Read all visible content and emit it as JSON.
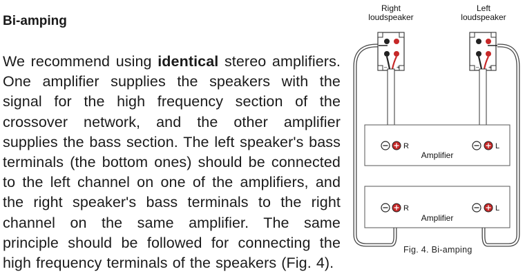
{
  "section": {
    "title": "Bi-amping",
    "paragraph": {
      "part1": "We recommend using ",
      "emphasis": "identical",
      "part2": " stereo amplifiers. One amplifier supplies the speakers with the signal for the high frequency section of the crossover network, and the other amplifier supplies the bass section. The left speaker's bass terminals (the bottom ones) should be connected to the left channel on one of the amplifiers, and the right speaker's bass terminals to the right channel on the same amplifier. The same principle should be followed for connecting the high frequency terminals of the speakers (Fig. 4)."
    }
  },
  "figure": {
    "caption": "Fig. 4. Bi-amping",
    "right_speaker_label": [
      "Right",
      "loudspeaker"
    ],
    "left_speaker_label": [
      "Left",
      "loudspeaker"
    ],
    "terminal_minus": "–",
    "terminal_plus": "+",
    "amplifier_top": {
      "label": "Amplifier",
      "channel_right": "R",
      "channel_left": "L"
    },
    "amplifier_bottom": {
      "label": "Amplifier",
      "channel_right": "R",
      "channel_left": "L"
    }
  }
}
